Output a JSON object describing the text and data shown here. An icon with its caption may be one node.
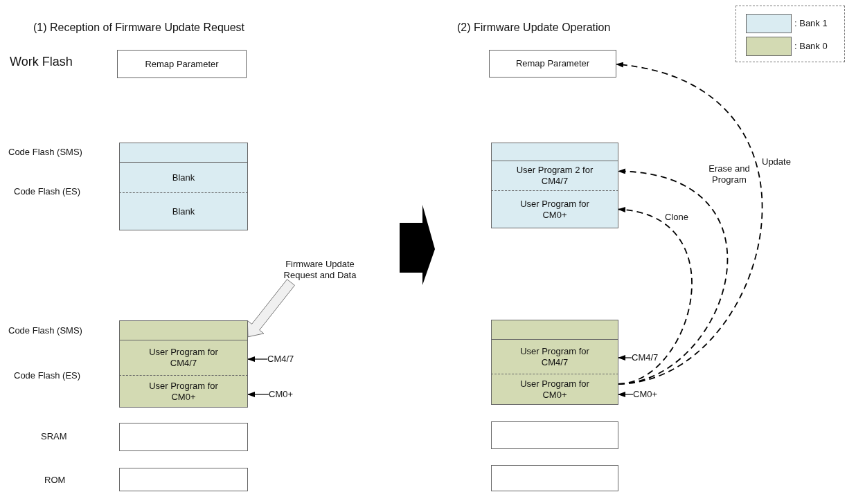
{
  "diagram": {
    "nodes": [
      {
        "text": [
          "Remap Parameter"
        ]
      },
      {
        "text": [],
        "shape": "box"
      },
      {
        "text": [
          "Blank"
        ]
      },
      {
        "text": [
          "Blank"
        ]
      },
      {
        "text": [],
        "shape": "box"
      },
      {
        "text": [
          "User Program for CM4/7"
        ]
      },
      {
        "text": [
          "User Program for CM0+"
        ]
      },
      {
        "text": [],
        "shape": "box"
      },
      {
        "text": [],
        "shape": "box"
      },
      {
        "text": [
          "Firmware Update Request and Data"
        ]
      },
      {
        "text": [
          "CM4/7"
        ]
      },
      {
        "text": [
          "CM0+"
        ]
      },
      {
        "text": [
          "Remap Parameter"
        ]
      },
      {
        "text": [],
        "shape": "box"
      },
      {
        "text": [
          "User Program 2 for CM4/7"
        ]
      },
      {
        "text": [
          "User Program for CM0+"
        ]
      },
      {
        "text": [],
        "shape": "box"
      },
      {
        "text": [
          "User Program for CM4/7"
        ]
      },
      {
        "text": [
          "User Program for CM0+"
        ]
      },
      {
        "text": [],
        "shape": "box"
      },
      {
        "text": [],
        "shape": "box"
      },
      {
        "text": [
          "CM4/7"
        ]
      },
      {
        "text": [
          "CM0+"
        ]
      }
    ],
    "edges": [
      {
        "from": 9,
        "to": 4,
        "arrow": "to",
        "style": "thick"
      },
      {
        "from": 10,
        "to": 5,
        "arrow": "to"
      },
      {
        "from": 11,
        "to": 6,
        "arrow": "to"
      },
      {
        "from": 21,
        "to": 17,
        "arrow": "to"
      },
      {
        "from": 22,
        "to": 18,
        "arrow": "to"
      },
      {
        "from": 18,
        "to": 15,
        "arrow": "to",
        "label": "Clone",
        "style": "dashed"
      },
      {
        "from": 18,
        "to": 14,
        "arrow": "to",
        "label": "Erase and Program",
        "style": "dashed"
      },
      {
        "from": 18,
        "to": 12,
        "arrow": "to",
        "label": "Update",
        "style": "dashed"
      }
    ],
    "labels": [
      "(1) Reception of Firmware Update Request",
      "(2) Firmware Update Operation",
      "Work Flash",
      "Code Flash (SMS)",
      "Code Flash (ES)",
      "Code Flash (SMS)",
      "Code Flash (ES)",
      "SRAM",
      "ROM"
    ],
    "legend": [
      {
        "text": ": Bank 1",
        "color": "#daecf2"
      },
      {
        "text": ": Bank 0",
        "color": "#d3dab3"
      }
    ]
  }
}
